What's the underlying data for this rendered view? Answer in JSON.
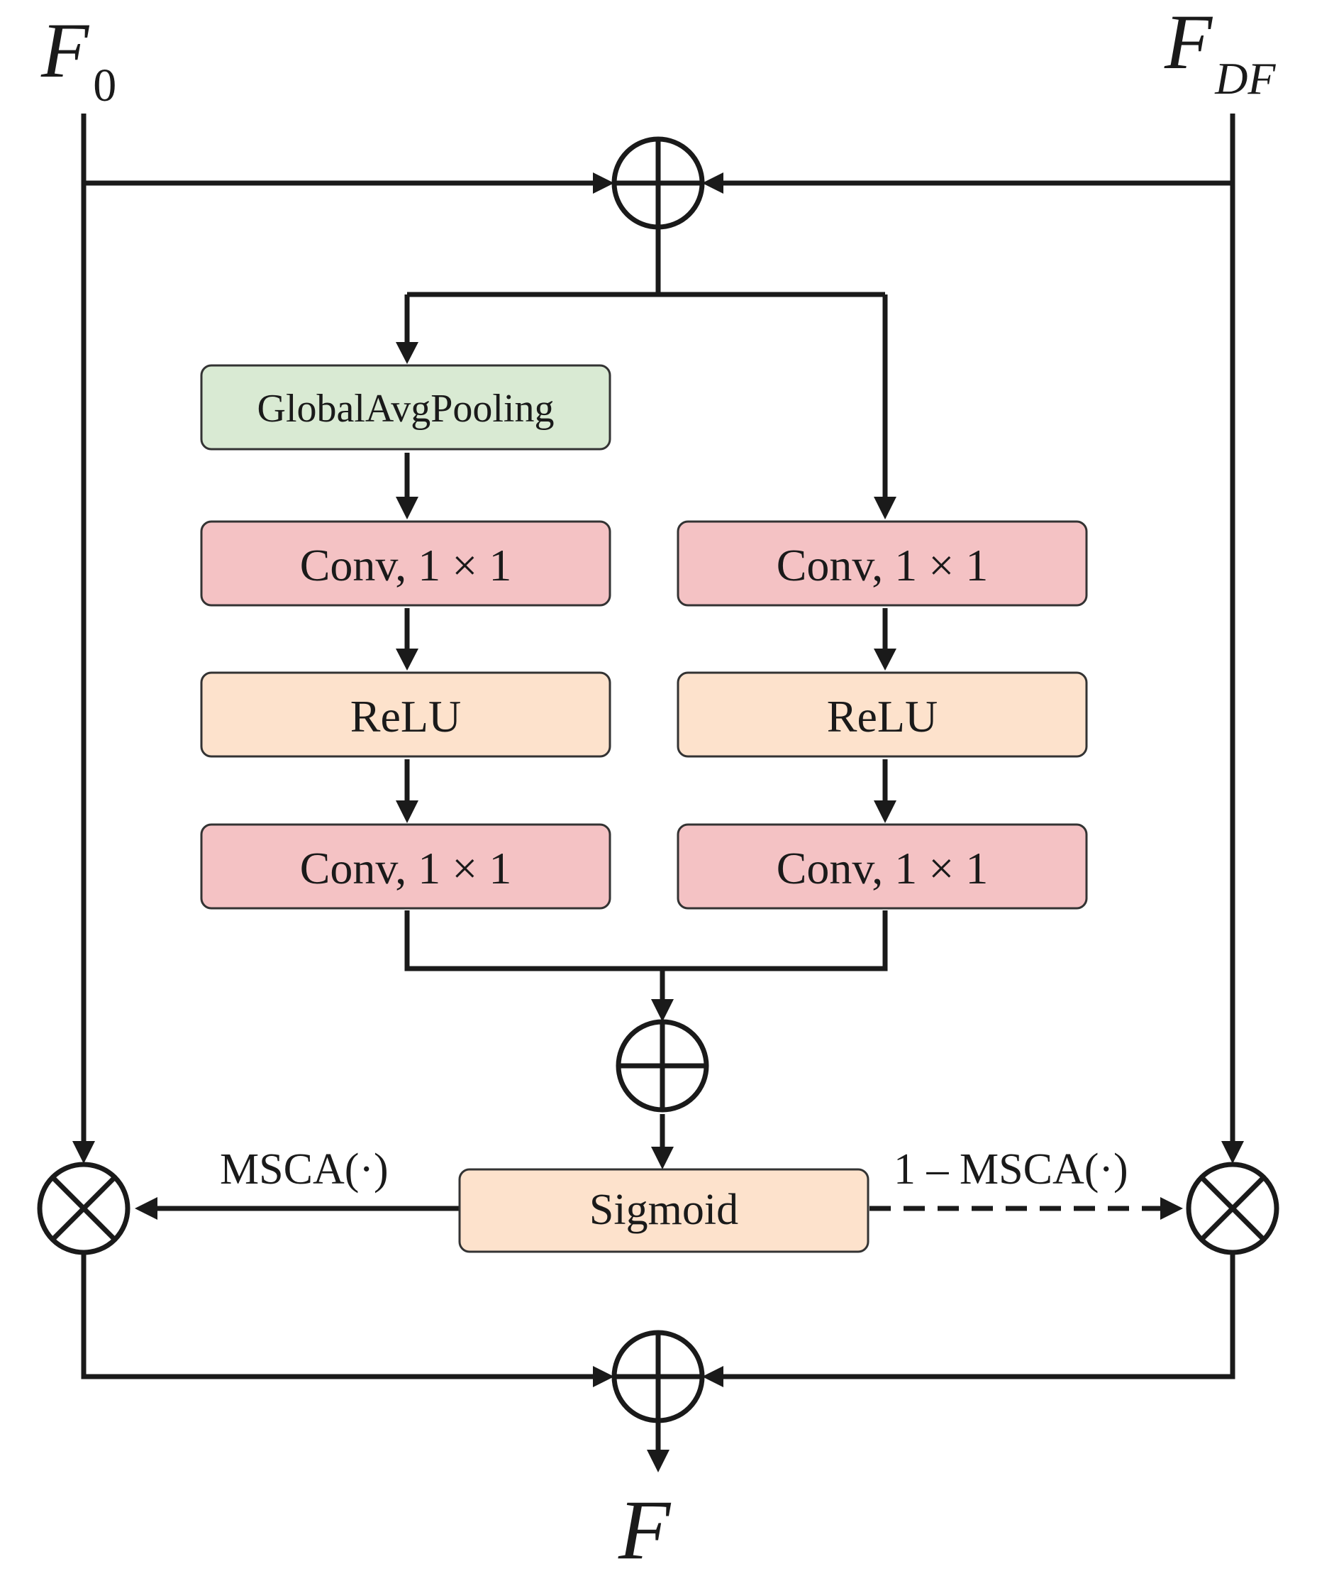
{
  "inputs": {
    "left": {
      "symbol": "F",
      "subscript": "0"
    },
    "right": {
      "symbol": "F",
      "subscript": "DF"
    }
  },
  "output": {
    "symbol": "F"
  },
  "blocks": {
    "global_avg_pooling": "GlobalAvgPooling",
    "left_conv_1": "Conv, 1 × 1",
    "left_relu": "ReLU",
    "left_conv_2": "Conv, 1 × 1",
    "right_conv_1": "Conv, 1 × 1",
    "right_relu": "ReLU",
    "right_conv_2": "Conv, 1 × 1",
    "sigmoid": "Sigmoid"
  },
  "edge_labels": {
    "left_weight": "MSCA(·)",
    "right_weight": "1 – MSCA(·)"
  },
  "colors": {
    "pooling_fill": "#d9ead3",
    "conv_fill": "#f4c2c4",
    "relu_fill": "#fde2cc",
    "sigmoid_fill": "#fde2cc",
    "line": "#1a1a1a"
  }
}
